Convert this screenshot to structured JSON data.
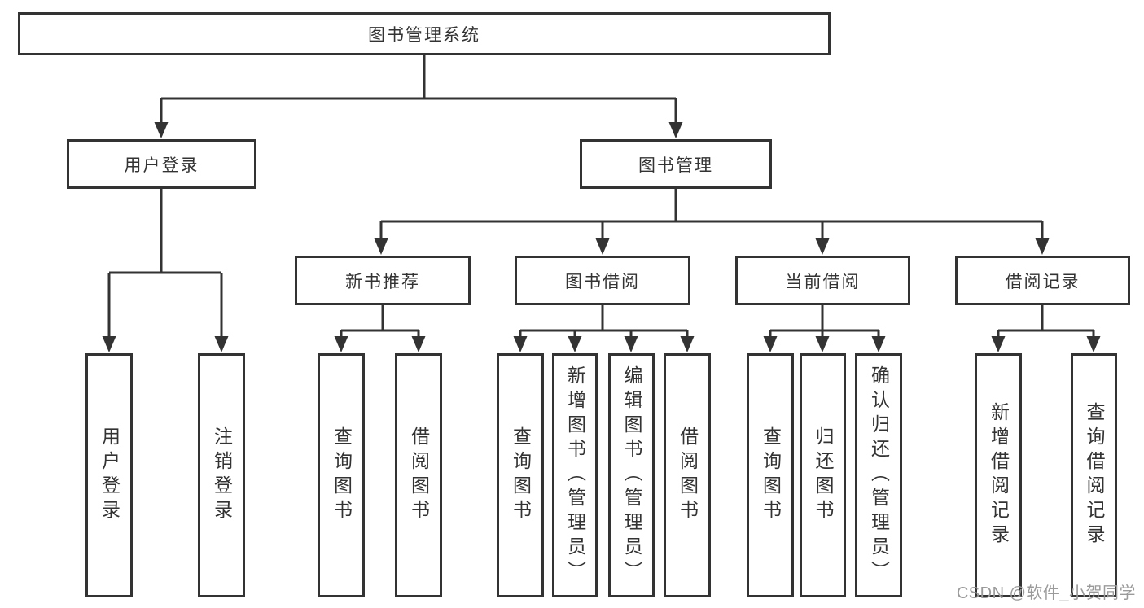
{
  "diagram": {
    "title": "图书管理系统",
    "branches": [
      {
        "label": "用户登录",
        "leaves": [
          "用户登录",
          "注销登录"
        ]
      },
      {
        "label": "图书管理",
        "groups": [
          {
            "label": "新书推荐",
            "leaves": [
              "查询图书",
              "借阅图书"
            ]
          },
          {
            "label": "图书借阅",
            "leaves": [
              "查询图书",
              "新增图书（管理员）",
              "编辑图书（管理员）",
              "借阅图书"
            ]
          },
          {
            "label": "当前借阅",
            "leaves": [
              "查询图书",
              "归还图书",
              "确认归还（管理员）"
            ]
          },
          {
            "label": "借阅记录",
            "leaves": [
              "新增借阅记录",
              "查询借阅记录"
            ]
          }
        ]
      }
    ],
    "watermark": "CSDN @软件_小贺同学"
  },
  "colors": {
    "line": "#333333",
    "box_border": "#333333",
    "text": "#333333",
    "watermark": "#9a9a9a",
    "background": "#ffffff"
  }
}
